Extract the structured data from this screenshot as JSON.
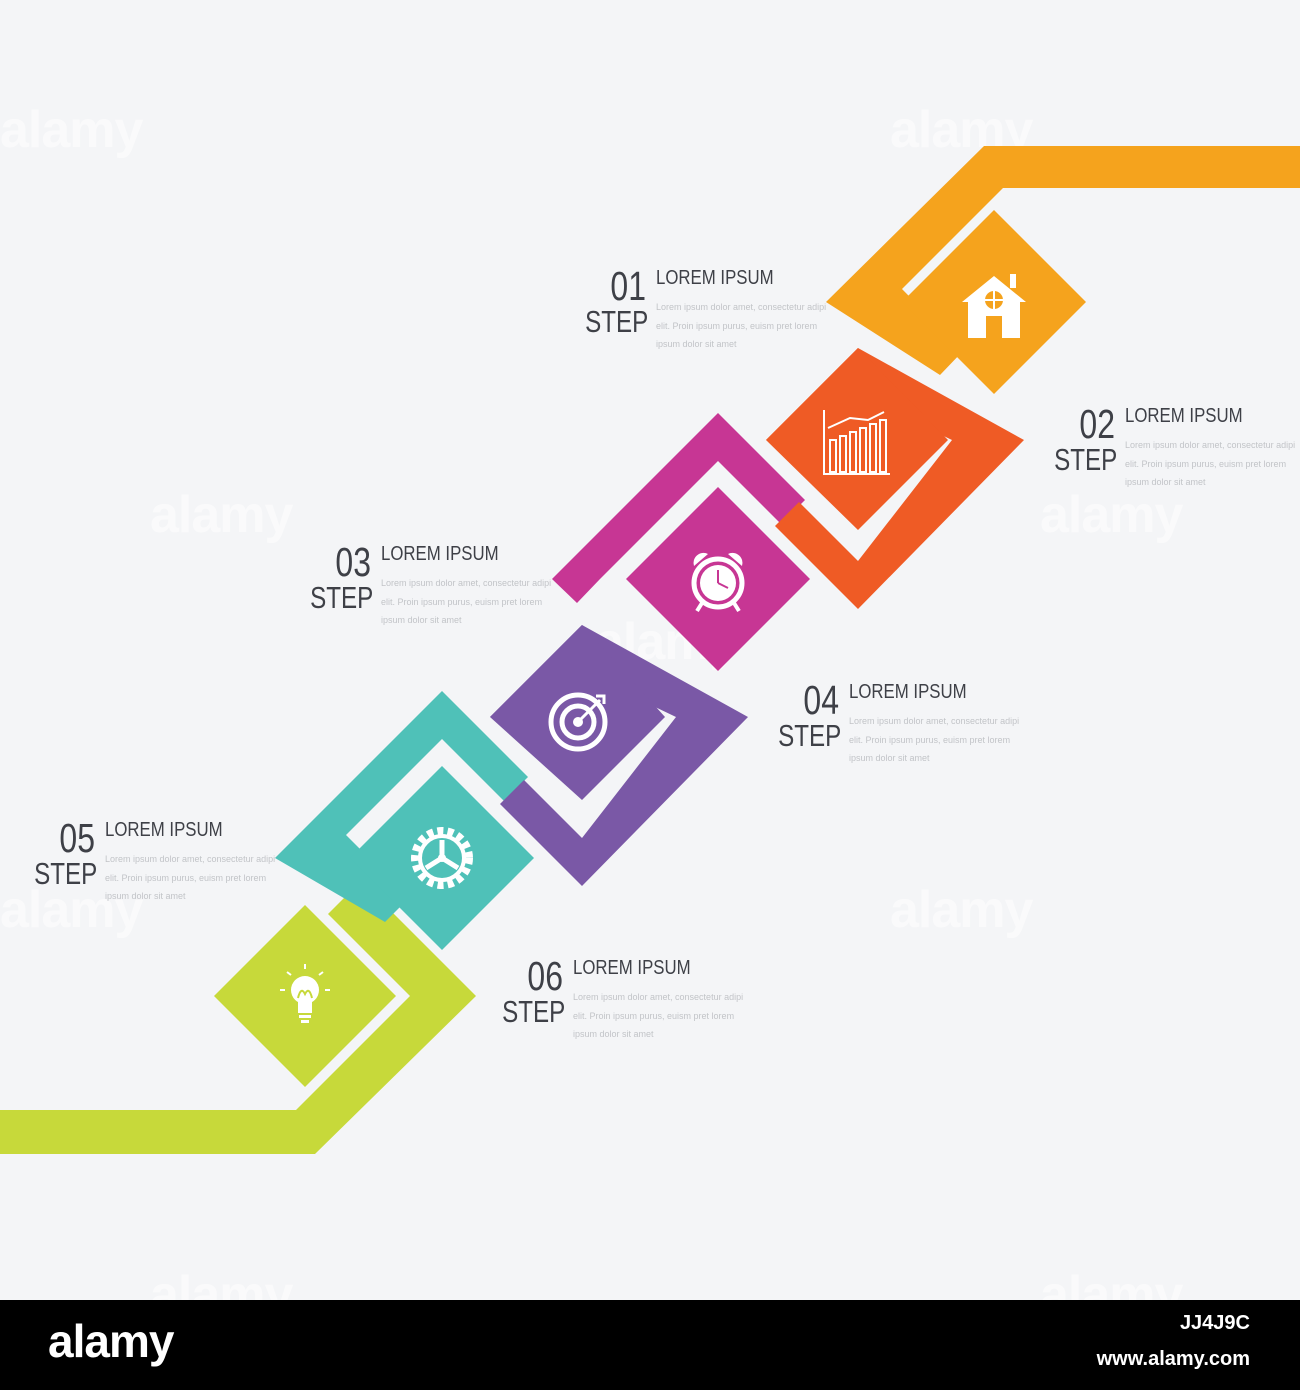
{
  "diagram": {
    "colors": {
      "background": "#f4f5f7",
      "step1": "#f5a31d",
      "step2": "#ef5b25",
      "step3": "#c73694",
      "step4": "#7a58a6",
      "step5": "#4fc1b8",
      "step6": "#c7d93a",
      "text": "#3e4047",
      "body_text": "#c2c4c8"
    },
    "steps": [
      {
        "number": "01",
        "step_word": "STEP",
        "title": "LOREM IPSUM",
        "description": "Lorem ipsum dolor amet, consectetur adipi elit. Proin ipsum purus, euism pret lorem ipsum dolor sit amet",
        "icon": "house-icon",
        "color": "#f5a31d"
      },
      {
        "number": "02",
        "step_word": "STEP",
        "title": "LOREM IPSUM",
        "description": "Lorem ipsum dolor amet, consectetur adipi elit. Proin ipsum purus, euism pret lorem ipsum dolor sit amet",
        "icon": "bar-chart-icon",
        "color": "#ef5b25"
      },
      {
        "number": "03",
        "step_word": "STEP",
        "title": "LOREM IPSUM",
        "description": "Lorem ipsum dolor amet, consectetur adipi elit. Proin ipsum purus, euism pret lorem ipsum dolor sit amet",
        "icon": "alarm-clock-icon",
        "color": "#c73694"
      },
      {
        "number": "04",
        "step_word": "STEP",
        "title": "LOREM IPSUM",
        "description": "Lorem ipsum dolor amet, consectetur adipi elit. Proin ipsum purus, euism pret lorem ipsum dolor sit amet",
        "icon": "target-icon",
        "color": "#7a58a6"
      },
      {
        "number": "05",
        "step_word": "STEP",
        "title": "LOREM IPSUM",
        "description": "Lorem ipsum dolor amet, consectetur adipi elit. Proin ipsum purus, euism pret lorem ipsum dolor sit amet",
        "icon": "gear-icon",
        "color": "#4fc1b8"
      },
      {
        "number": "06",
        "step_word": "STEP",
        "title": "LOREM IPSUM",
        "description": "Lorem ipsum dolor amet, consectetur adipi elit. Proin ipsum purus, euism pret lorem ipsum dolor sit amet",
        "icon": "light-bulb-icon",
        "color": "#c7d93a"
      }
    ]
  },
  "watermark": {
    "text": "alamy"
  },
  "footer": {
    "logo": "alamy",
    "image_id": "JJ4J9C",
    "url": "www.alamy.com"
  }
}
